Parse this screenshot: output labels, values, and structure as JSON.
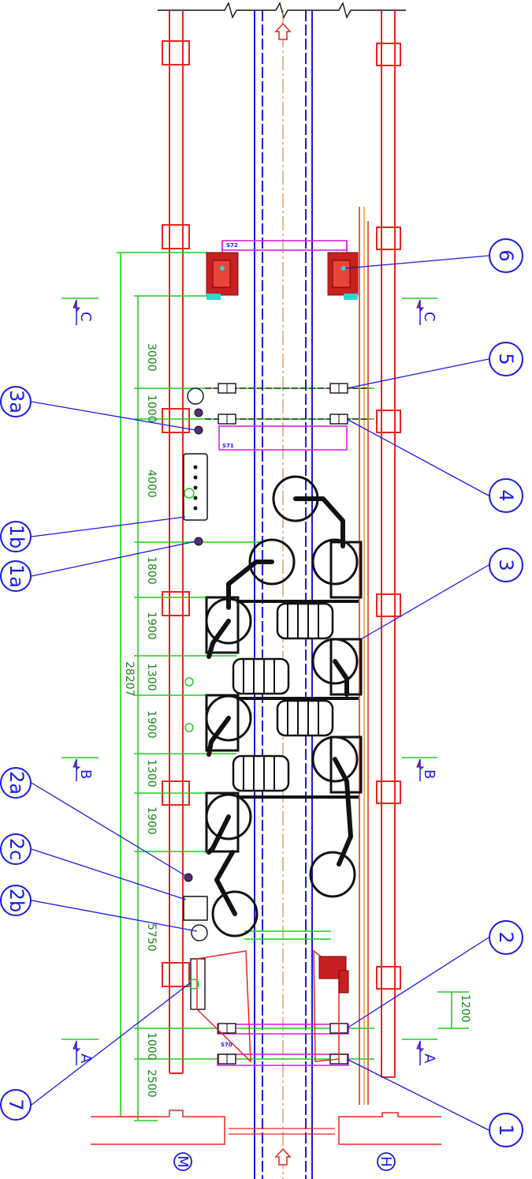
{
  "callouts": {
    "c6": "6",
    "c5": "5",
    "c4": "4",
    "c3": "3",
    "c2": "2",
    "c1": "1",
    "c3a": "3a",
    "c1b": "1b",
    "c1a": "1a",
    "c2a": "2a",
    "c2c": "2c",
    "c2b": "2b",
    "c7": "7"
  },
  "dimensions": {
    "d3000": "3000",
    "d1000a": "1000",
    "d4000": "4000",
    "d1800": "1800",
    "d1900a": "1900",
    "d1300a": "1300",
    "d28207": "28207",
    "d1900b": "1900",
    "d1300b": "1300",
    "d1900c": "1900",
    "d5750": "5750",
    "d1000b": "1000",
    "d2500": "2500",
    "d1200": "1200"
  },
  "sections": {
    "a": "A",
    "b": "B",
    "c": "C"
  },
  "sides": {
    "left": "M",
    "right": "H"
  },
  "tags": {
    "s572": "S72",
    "s571": "S71",
    "s570a": "S70",
    "s570b": "S70"
  }
}
